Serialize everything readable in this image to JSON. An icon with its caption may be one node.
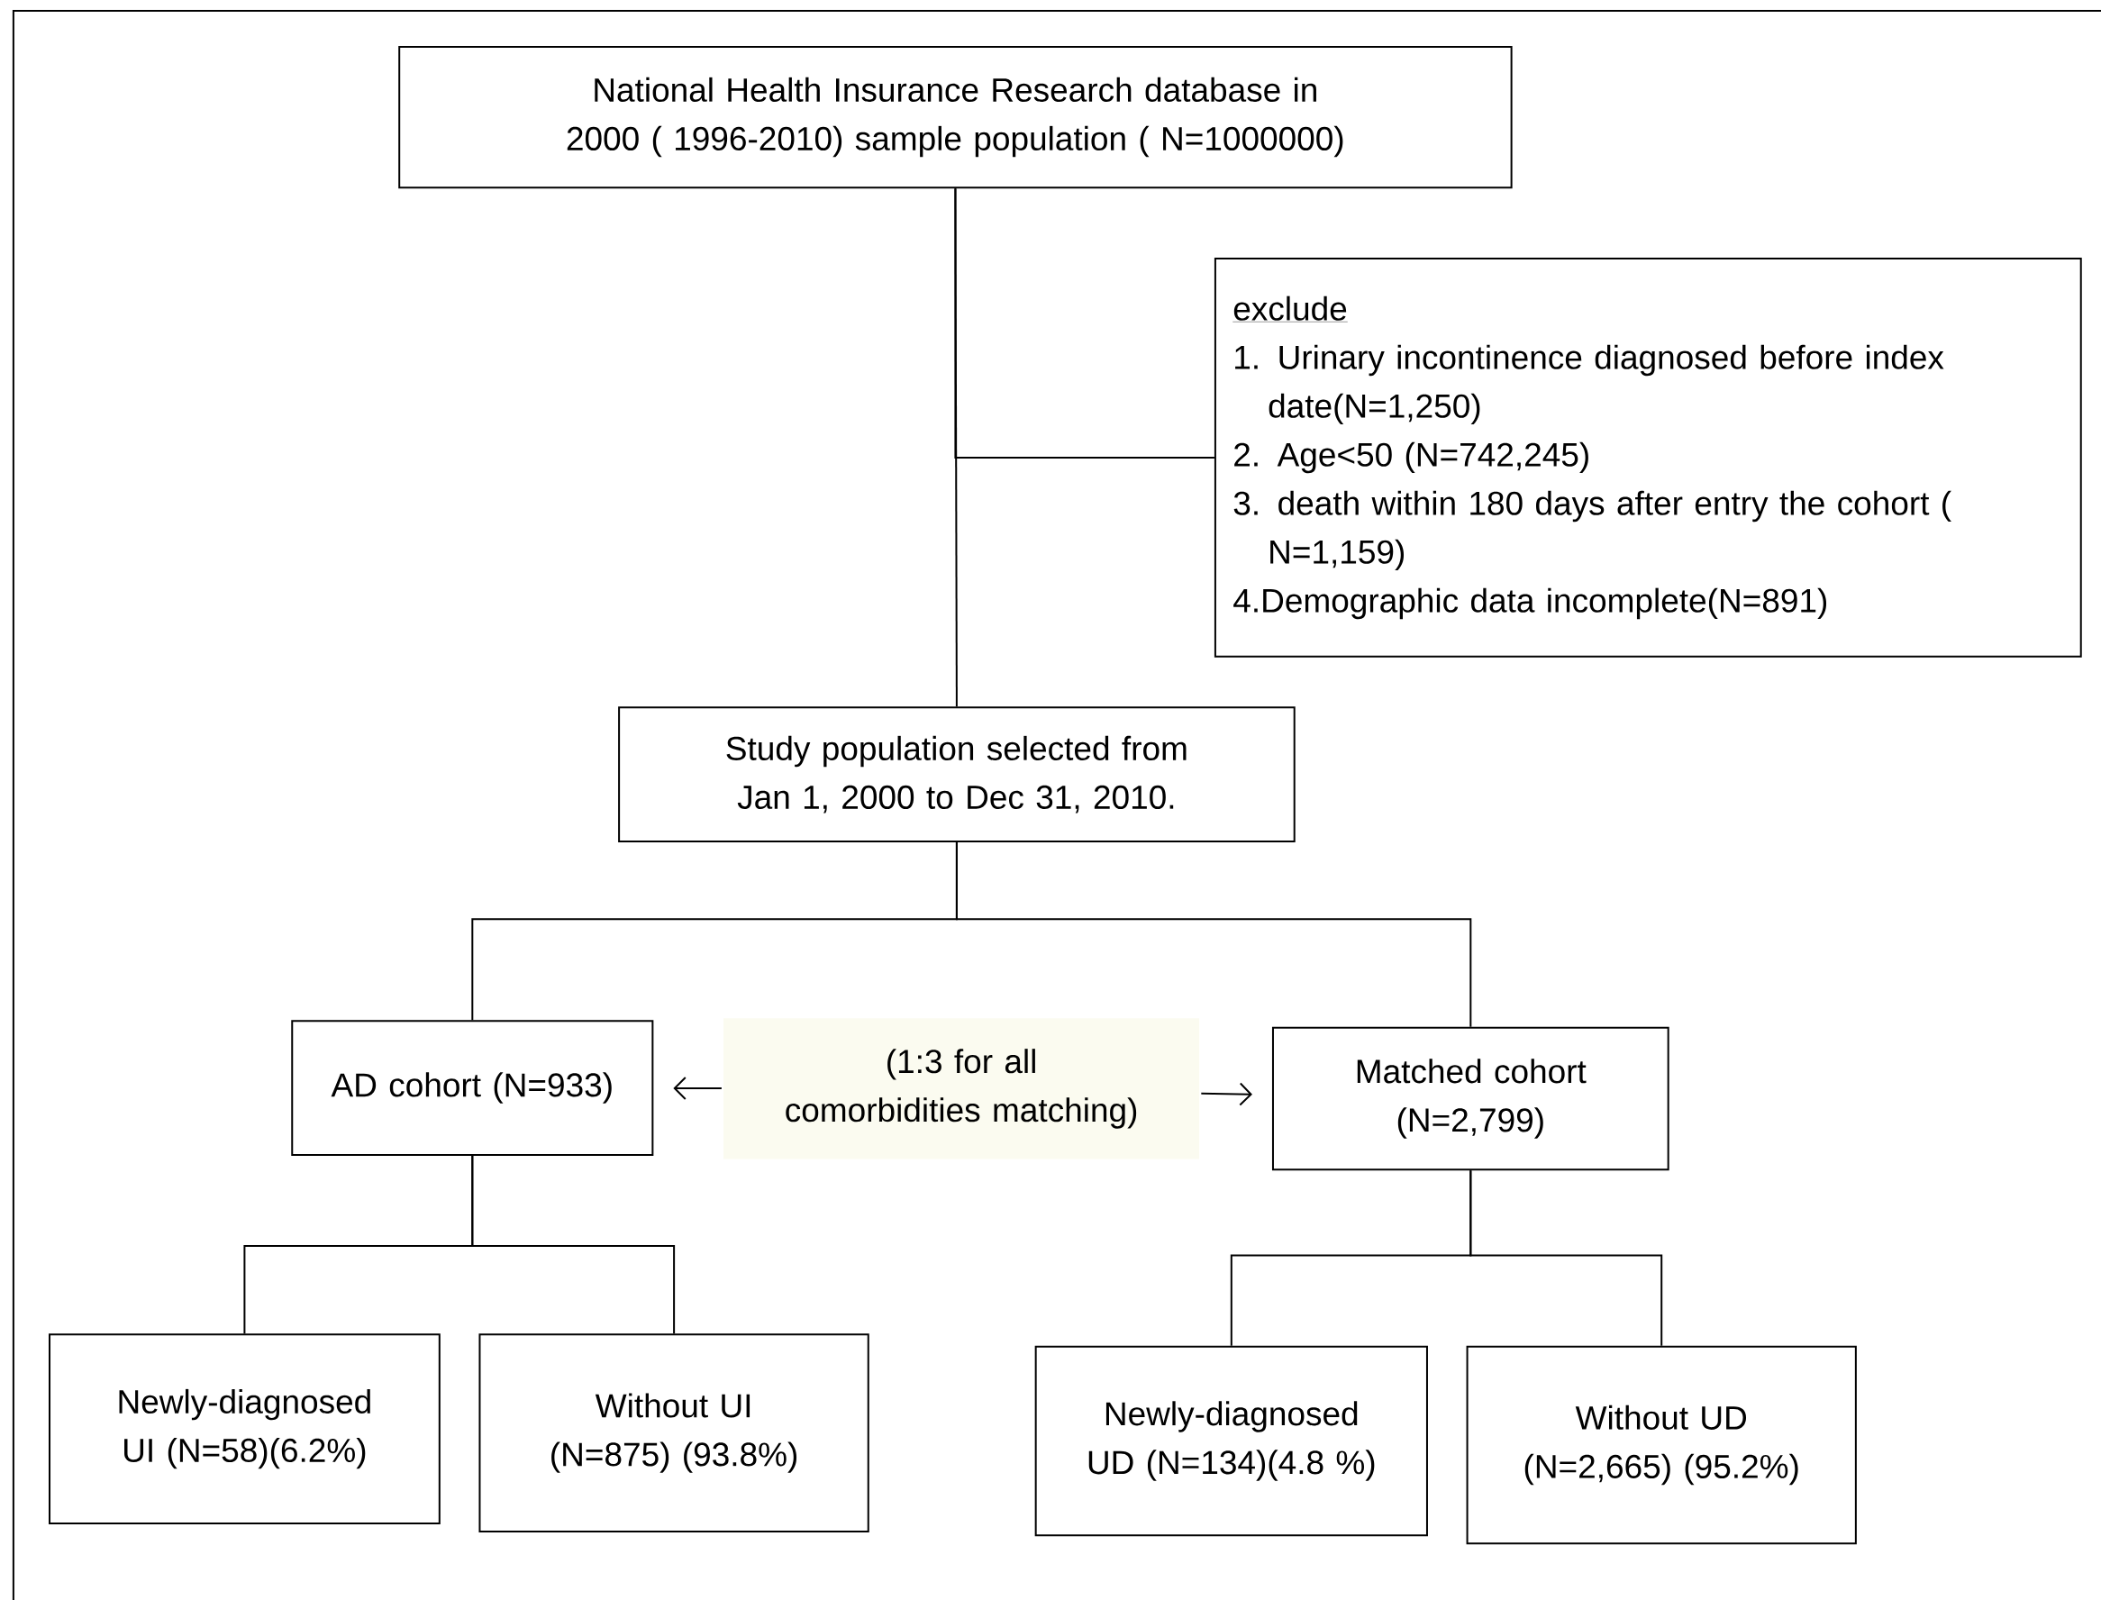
{
  "diagram": {
    "nodes": [
      {
        "text": [
          "National Health Insurance Research database in 2000 ( 1996-2010) sample population ( N=1000000)"
        ]
      },
      {
        "text": [
          "exclude",
          "1. Urinary incontinence diagnosed before index date(N=1,250)",
          "2. Age<50 (N=742,245)",
          "3. death within 180 days after entry the cohort ( N=1,159)",
          "4.Demographic data incomplete(N=891)"
        ]
      },
      {
        "text": [
          "Study population selected from Jan 1, 2000 to Dec 31, 2010."
        ]
      },
      {
        "text": [
          "AD cohort (N=933)"
        ]
      },
      {
        "text": [
          "(1:3 for all comorbidities matching)"
        ]
      },
      {
        "text": [
          "Matched cohort (N=2,799)"
        ]
      },
      {
        "text": [
          "Newly-diagnosed UI (N=58)(6.2%)"
        ]
      },
      {
        "text": [
          "Without UI (N=875) (93.8%)"
        ]
      },
      {
        "text": [
          "Newly-diagnosed UD (N=134)(4.8 %)"
        ]
      },
      {
        "text": [
          "Without UD (N=2,665) (95.2%)"
        ]
      }
    ],
    "edges": [
      {
        "from": 0,
        "to": 1,
        "arrow": "none"
      },
      {
        "from": 0,
        "to": 2,
        "arrow": "none"
      },
      {
        "from": 2,
        "to": 3,
        "arrow": "none"
      },
      {
        "from": 2,
        "to": 5,
        "arrow": "none"
      },
      {
        "from": 4,
        "to": 3,
        "arrow": "to"
      },
      {
        "from": 4,
        "to": 5,
        "arrow": "to"
      },
      {
        "from": 3,
        "to": 6,
        "arrow": "none"
      },
      {
        "from": 3,
        "to": 7,
        "arrow": "none"
      },
      {
        "from": 5,
        "to": 8,
        "arrow": "none"
      },
      {
        "from": 5,
        "to": 9,
        "arrow": "none"
      }
    ]
  }
}
